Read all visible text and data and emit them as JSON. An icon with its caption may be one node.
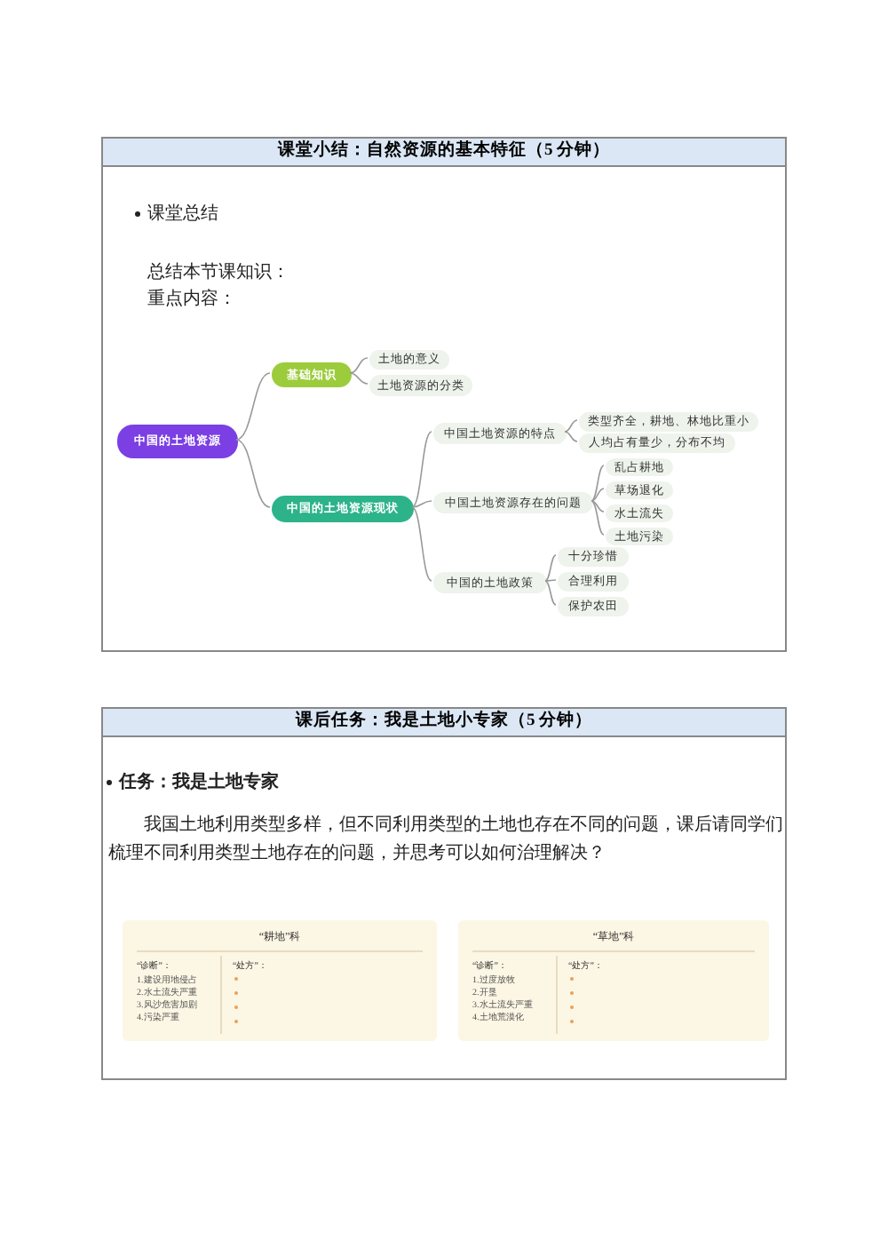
{
  "diagram": {
    "nodes": [
      {
        "text": [
          "课堂小结：自然资源的基本特征（5 分钟）"
        ]
      },
      {
        "text": [
          "中国的土地资源"
        ],
        "in": 0
      },
      {
        "text": [
          "基础知识"
        ],
        "in": 0
      },
      {
        "text": [
          "土地的意义"
        ],
        "in": 0
      },
      {
        "text": [
          "土地资源的分类"
        ],
        "in": 0
      },
      {
        "text": [
          "中国的土地资源现状"
        ],
        "in": 0
      },
      {
        "text": [
          "中国土地资源的特点"
        ],
        "in": 0
      },
      {
        "text": [
          "类型齐全，耕地、林地比重小"
        ],
        "in": 0
      },
      {
        "text": [
          "人均占有量少，分布不均"
        ],
        "in": 0
      },
      {
        "text": [
          "中国土地资源存在的问题"
        ],
        "in": 0
      },
      {
        "text": [
          "乱占耕地"
        ],
        "in": 0
      },
      {
        "text": [
          "草场退化"
        ],
        "in": 0
      },
      {
        "text": [
          "水土流失"
        ],
        "in": 0
      },
      {
        "text": [
          "土地污染"
        ],
        "in": 0
      },
      {
        "text": [
          "中国的土地政策"
        ],
        "in": 0
      },
      {
        "text": [
          "十分珍惜"
        ],
        "in": 0
      },
      {
        "text": [
          "合理利用"
        ],
        "in": 0
      },
      {
        "text": [
          "保护农田"
        ],
        "in": 0
      },
      {
        "text": [
          "课后任务：我是土地小专家（5 分钟）"
        ]
      },
      {
        "text": [
          "“耕地”科",
          "“诊断”：",
          "1.建设用地侵占",
          "2.水土流失严重",
          "3.风沙危害加剧",
          "4.污染严重",
          "“处方”："
        ],
        "in": 18
      },
      {
        "text": [
          "“草地”科",
          "“诊断”：",
          "1.过度放牧",
          "2.开垦",
          "3.水土流失严重",
          "4.土地荒漠化",
          "“处方”："
        ],
        "in": 18
      }
    ],
    "edges": [
      {
        "from": 1,
        "to": 2,
        "arrow": "none"
      },
      {
        "from": 1,
        "to": 5,
        "arrow": "none"
      },
      {
        "from": 2,
        "to": 3,
        "arrow": "none"
      },
      {
        "from": 2,
        "to": 4,
        "arrow": "none"
      },
      {
        "from": 5,
        "to": 6,
        "arrow": "none"
      },
      {
        "from": 5,
        "to": 9,
        "arrow": "none"
      },
      {
        "from": 5,
        "to": 14,
        "arrow": "none"
      },
      {
        "from": 6,
        "to": 7,
        "arrow": "none"
      },
      {
        "from": 6,
        "to": 8,
        "arrow": "none"
      },
      {
        "from": 9,
        "to": 10,
        "arrow": "none"
      },
      {
        "from": 9,
        "to": 11,
        "arrow": "none"
      },
      {
        "from": 9,
        "to": 12,
        "arrow": "none"
      },
      {
        "from": 9,
        "to": 13,
        "arrow": "none"
      },
      {
        "from": 14,
        "to": 15,
        "arrow": "none"
      },
      {
        "from": 14,
        "to": 16,
        "arrow": "none"
      },
      {
        "from": 14,
        "to": 17,
        "arrow": "none"
      }
    ],
    "labels": [
      "课堂总结",
      "总结本节课知识：",
      "重点内容：",
      "任务：我是土地专家",
      "我国土地利用类型多样，但不同利用类型的土地也存在不同的问题，课后请同学们梳理不同利用类型土地存在的问题，并思考可以如何治理解决？"
    ]
  }
}
